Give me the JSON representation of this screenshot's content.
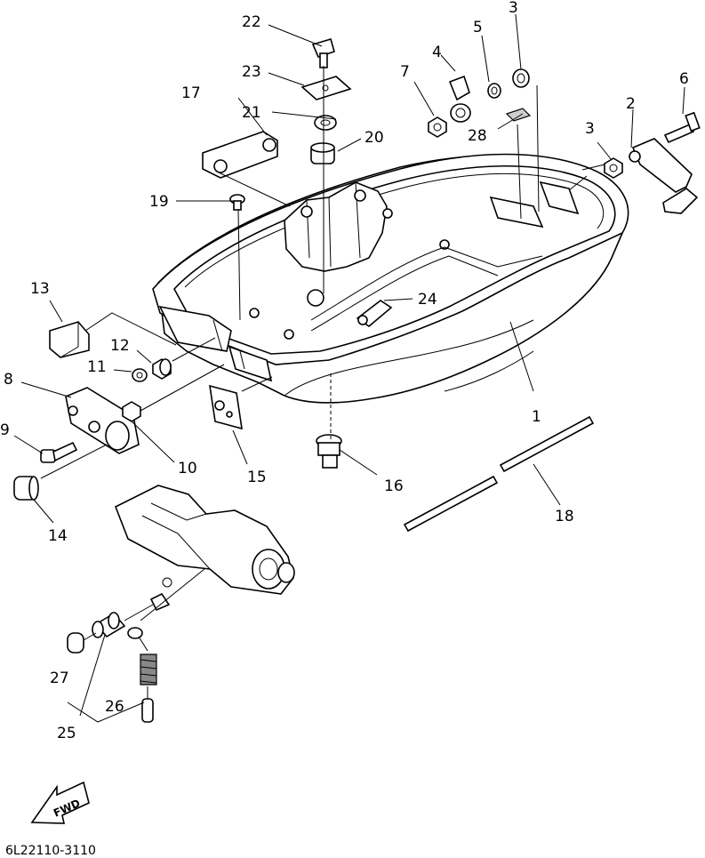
{
  "diagram": {
    "code": "6L22110-3110",
    "fwd_label": "FWD",
    "callouts": {
      "c1": "1",
      "c2": "2",
      "c3a": "3",
      "c3b": "3",
      "c4": "4",
      "c5": "5",
      "c6": "6",
      "c7": "7",
      "c8": "8",
      "c9": "9",
      "c10": "10",
      "c11": "11",
      "c12": "12",
      "c13": "13",
      "c14": "14",
      "c15": "15",
      "c16": "16",
      "c17": "17",
      "c18": "18",
      "c19": "19",
      "c20": "20",
      "c21": "21",
      "c22": "22",
      "c23": "23",
      "c24": "24",
      "c25": "25",
      "c26": "26",
      "c27": "27",
      "c28": "28"
    }
  }
}
